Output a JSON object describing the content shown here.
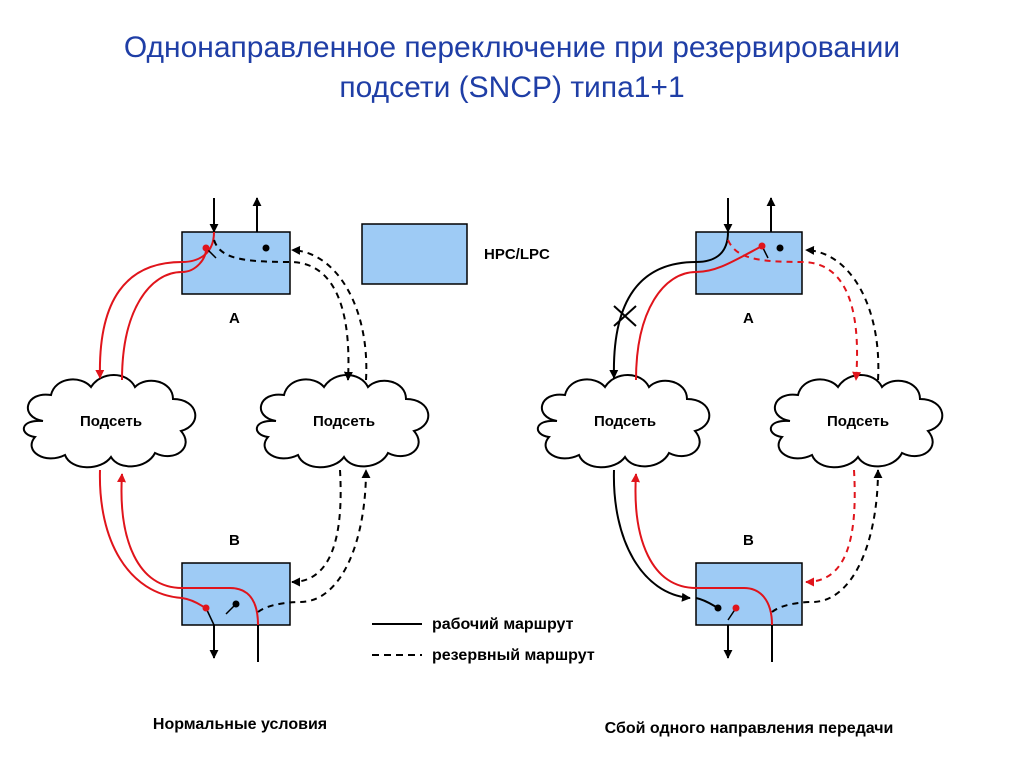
{
  "title": {
    "line1": "Однонаправленное переключение при резервировании",
    "line2": "подсети (SNCP) типа1+1"
  },
  "legend": {
    "box_label": "HPC/LPC",
    "working": "рабочий маршрут",
    "backup": "резервный маршрут"
  },
  "nodes": {
    "a": "A",
    "b": "B"
  },
  "subnet_label": "Подсеть",
  "captions": {
    "left": "Нормальные условия",
    "right": "Сбой одного направления передачи"
  },
  "colors": {
    "title": "#1f3ea6",
    "box_fill": "#9ecbf5",
    "working_red": "#e0141b",
    "line": "#000000"
  }
}
